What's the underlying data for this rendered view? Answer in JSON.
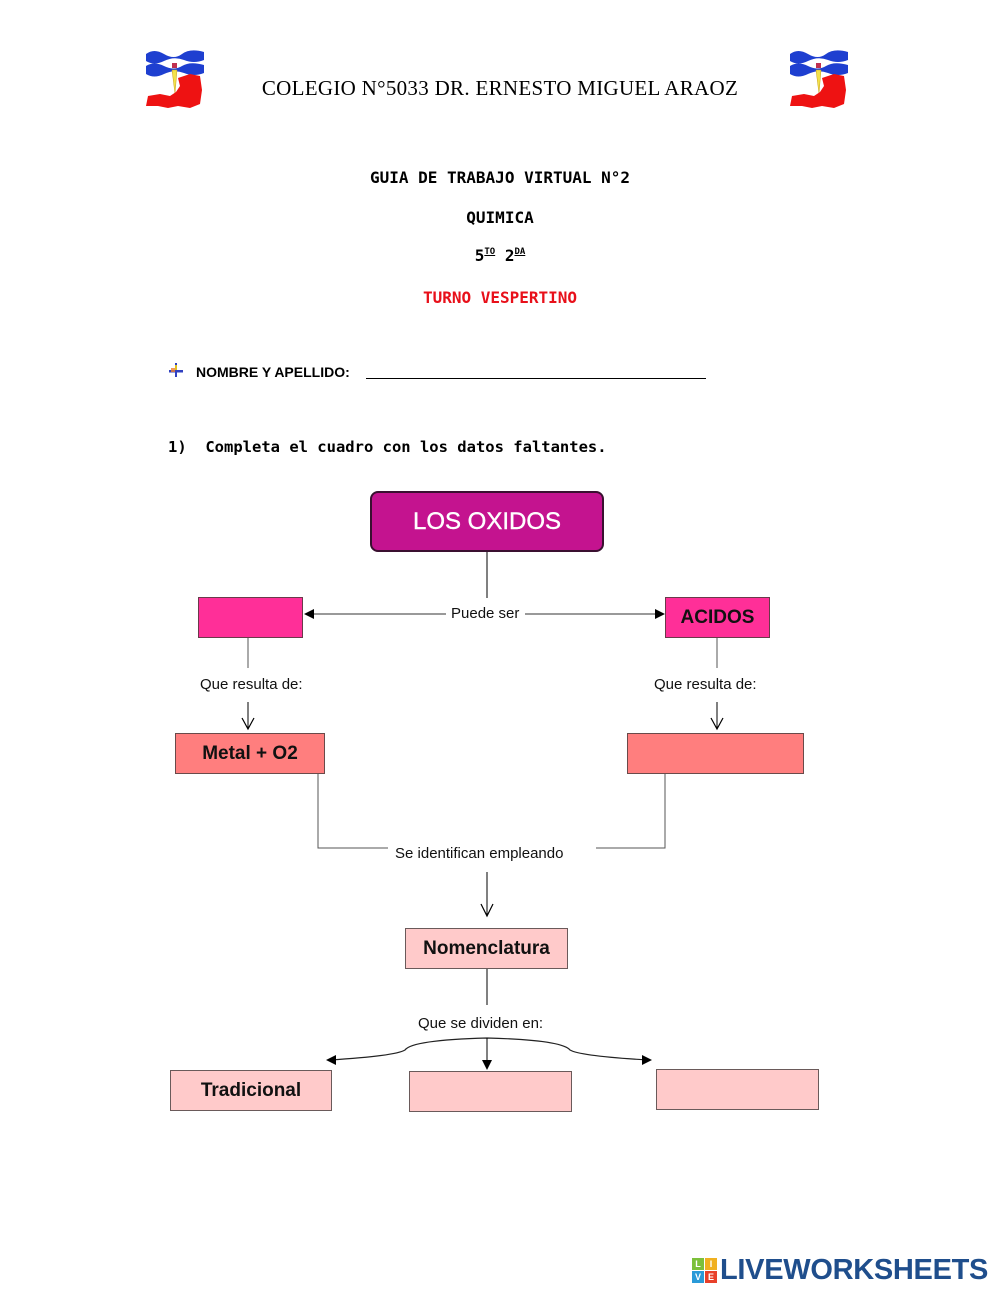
{
  "header": {
    "school_name": "COLEGIO N°5033 DR. ERNESTO MIGUEL ARAOZ",
    "logo_icon": "school-crest-icon"
  },
  "title_block": {
    "guide_title": "GUIA DE TRABAJO VIRTUAL N°2",
    "subject": "QUIMICA",
    "grade_number": "5",
    "grade_suffix": "TO",
    "division_number": "2",
    "division_suffix": "DA",
    "shift": "TURNO VESPERTINO"
  },
  "student": {
    "bullet_icon": "cross-bullet-icon",
    "name_label": "NOMBRE Y APELLIDO:",
    "name_value": ""
  },
  "question": {
    "text": "1)  Completa el cuadro con los datos faltantes."
  },
  "diagram": {
    "root": "LOS OXIDOS",
    "can_be_label": "Puede ser",
    "left_type": "",
    "right_type": "ACIDOS",
    "left_result_label": "Que resulta de:",
    "right_result_label": "Que resulta de:",
    "left_origin": "Metal + O2",
    "right_origin": "",
    "identified_label": "Se identifican empleando",
    "nomenclature": "Nomenclatura",
    "divided_label": "Que se dividen en:",
    "types": [
      "Tradicional",
      "",
      ""
    ]
  },
  "colors": {
    "root_fill": "#c4138f",
    "type_fill": "#ff2f98",
    "origin_fill": "#ff7e7e",
    "nomenclature_fill": "#ffcaca",
    "shift_text": "#e8101a",
    "brand": "#1f4e8c"
  },
  "footer": {
    "brand_letters": [
      "L",
      "I",
      "V",
      "E"
    ],
    "brand_name": "LIVEWORKSHEETS"
  }
}
